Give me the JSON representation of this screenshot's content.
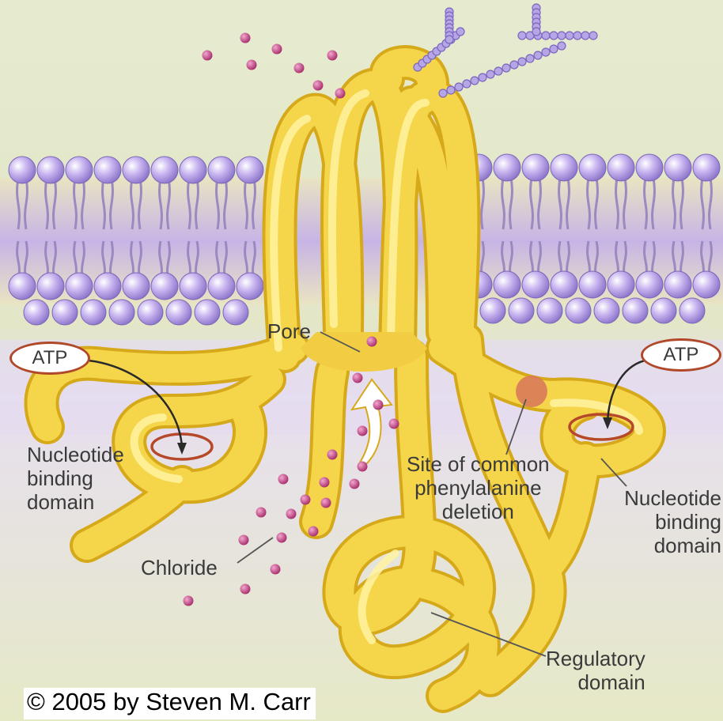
{
  "diagram": {
    "labels": {
      "pore": "Pore",
      "chloride": "Chloride",
      "nbd_left": "Nucleotide\nbinding\ndomain",
      "nbd_right": "Nucleotide\nbinding\ndomain",
      "deletion_site": "Site of common\nphenylalanine\ndeletion",
      "regulatory": "Regulatory\ndomain"
    },
    "atp_left": "ATP",
    "atp_right": "ATP",
    "copyright": "© 2005 by Steven M. Carr"
  },
  "colors": {
    "background": "#dfe5c2",
    "membrane_band": "#c9b8e3",
    "lipid_head": "#b7a1e8",
    "protein": "#f6d84e",
    "protein_highlight": "#fff4a0",
    "chloride_ion": "#b83a78",
    "deletion_site": "#d97a5a"
  }
}
